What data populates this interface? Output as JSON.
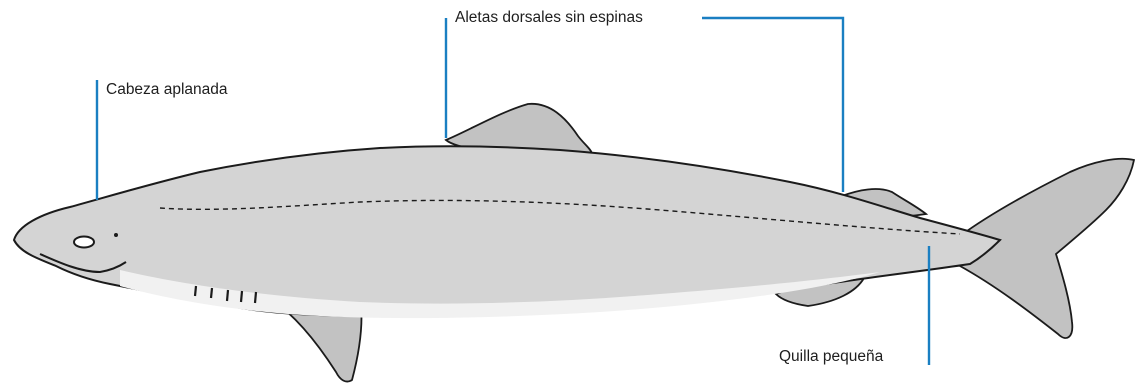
{
  "labels": {
    "head": "Cabeza aplanada",
    "dorsal": "Aletas dorsales sin espinas",
    "keel": "Quilla pequeña"
  },
  "colors": {
    "leader": "#1a7fc2",
    "outline": "#1b1b1b",
    "body_fill": "#d4d4d4",
    "belly_fill": "#f1f1f1",
    "fin_fill": "#c2c2c2"
  }
}
